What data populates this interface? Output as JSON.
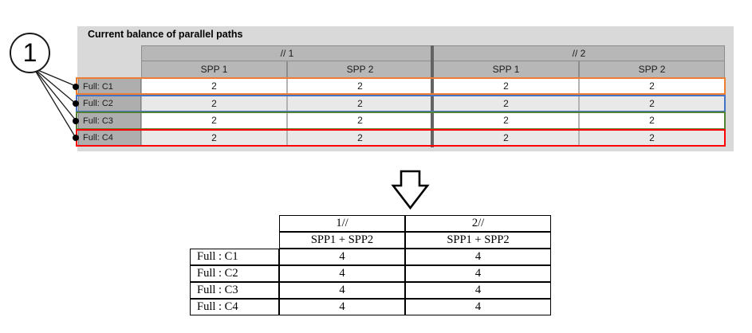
{
  "annotation": {
    "number": "1"
  },
  "top_table": {
    "title": "Current balance of parallel paths",
    "group_headers": [
      "// 1",
      "// 2"
    ],
    "subheaders": [
      "SPP 1",
      "SPP 2",
      "SPP 1",
      "SPP 2"
    ],
    "rows": [
      {
        "label": "Full: C1",
        "values": [
          "2",
          "2",
          "2",
          "2"
        ],
        "highlight_color": "#ED7D31"
      },
      {
        "label": "Full: C2",
        "values": [
          "2",
          "2",
          "2",
          "2"
        ],
        "highlight_color": "#4472C4"
      },
      {
        "label": "Full: C3",
        "values": [
          "2",
          "2",
          "2",
          "2"
        ],
        "highlight_color": "#538135"
      },
      {
        "label": "Full: C4",
        "values": [
          "2",
          "2",
          "2",
          "2"
        ],
        "highlight_color": "#FF0000"
      }
    ]
  },
  "bottom_table": {
    "group_headers": [
      "1//",
      "2//"
    ],
    "subheaders": [
      "SPP1 + SPP2",
      "SPP1 + SPP2"
    ],
    "rows": [
      {
        "label": "Full : C1",
        "values": [
          "4",
          "4"
        ]
      },
      {
        "label": "Full : C2",
        "values": [
          "4",
          "4"
        ]
      },
      {
        "label": "Full : C3",
        "values": [
          "4",
          "4"
        ]
      },
      {
        "label": "Full : C4",
        "values": [
          "4",
          "4"
        ]
      }
    ]
  },
  "colors": {
    "panel_background": "#d9d9d9",
    "header_cell": "#b7b7b7",
    "row_label_cell": "#aeaeae",
    "alt_row": "#e9e9e9",
    "group_divider": "#636363",
    "highlight_c1": "#ED7D31",
    "highlight_c2": "#4472C4",
    "highlight_c3": "#538135",
    "highlight_c4": "#FF0000"
  }
}
